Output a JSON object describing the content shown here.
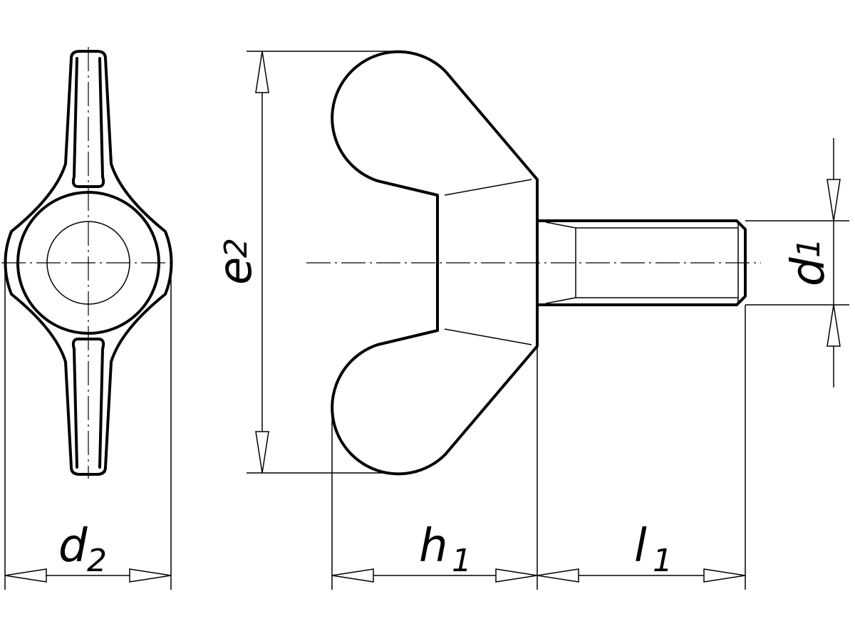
{
  "dimensions": {
    "d2": {
      "symbol": "d",
      "subscript": "2"
    },
    "e2": {
      "symbol": "e",
      "subscript": "2"
    },
    "h1": {
      "symbol": "h",
      "subscript": "1"
    },
    "l1": {
      "symbol": "l",
      "subscript": "1"
    },
    "d1": {
      "symbol": "d",
      "subscript": "1"
    }
  }
}
